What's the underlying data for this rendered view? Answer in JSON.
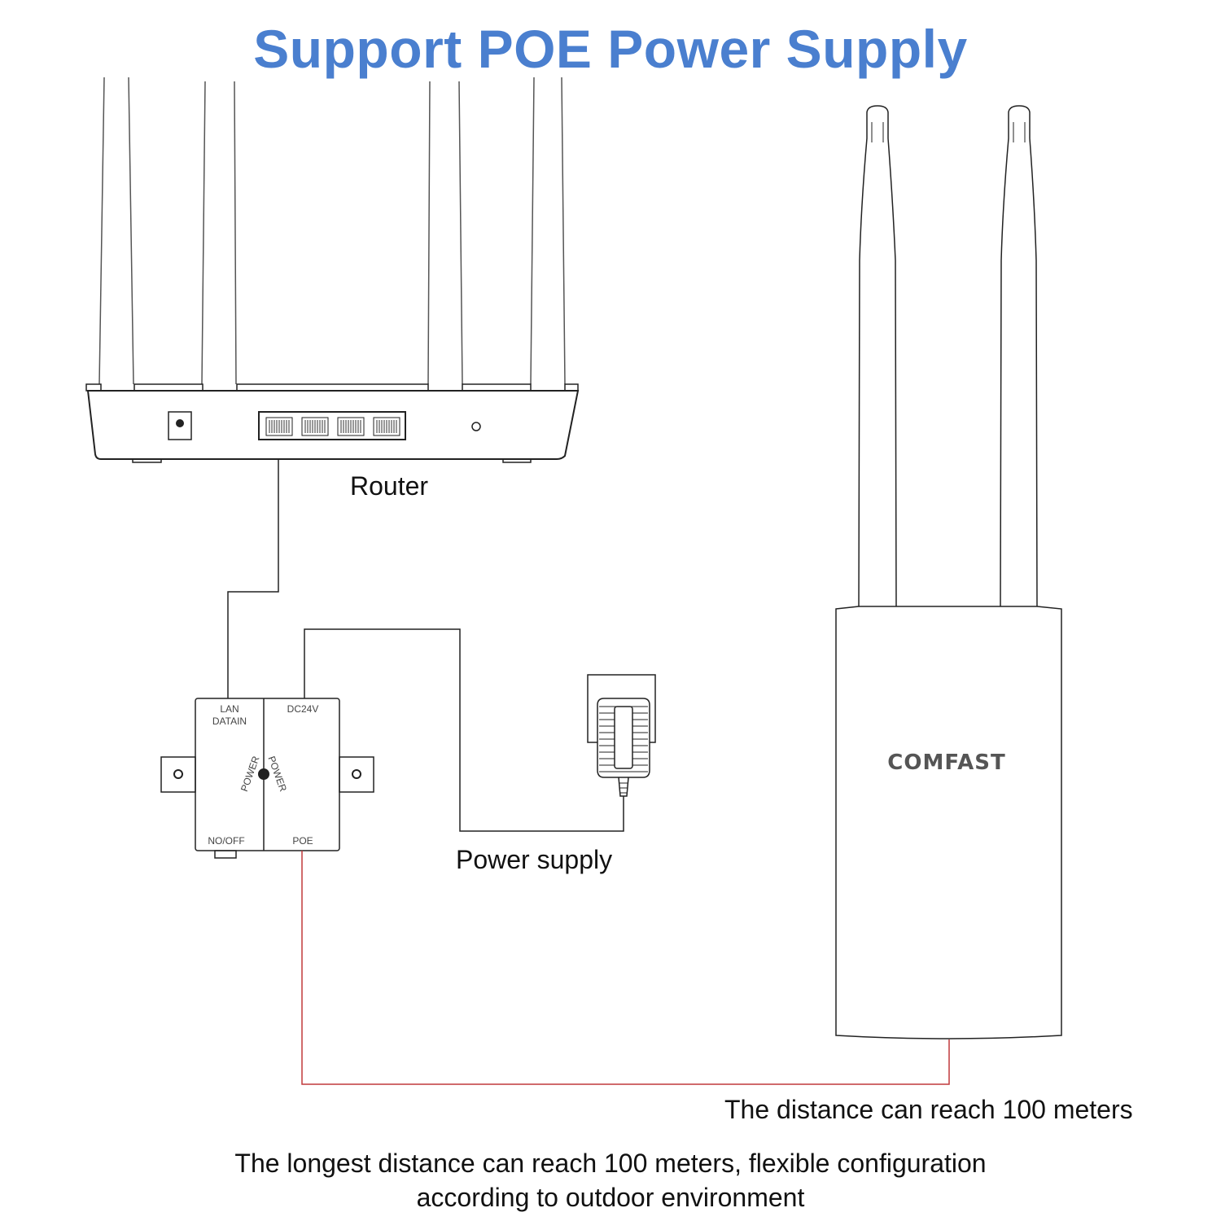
{
  "title": "Support POE Power Supply",
  "colors": {
    "title": "#4a7fcf",
    "line": "#222222",
    "poe_cable": "#c0393b"
  },
  "labels": {
    "router": "Router",
    "power_supply": "Power supply",
    "distance": "The distance can reach 100 meters"
  },
  "injector": {
    "lan": "LAN",
    "datain": "DATAIN",
    "dc": "DC24V",
    "power_left": "POWER",
    "power_right": "POWER",
    "switch": "NO/OFF",
    "poe": "POE"
  },
  "device": {
    "brand": "COMFAST"
  },
  "caption": {
    "line1": "The longest distance can reach 100 meters, flexible configuration",
    "line2": "according to outdoor environment"
  }
}
